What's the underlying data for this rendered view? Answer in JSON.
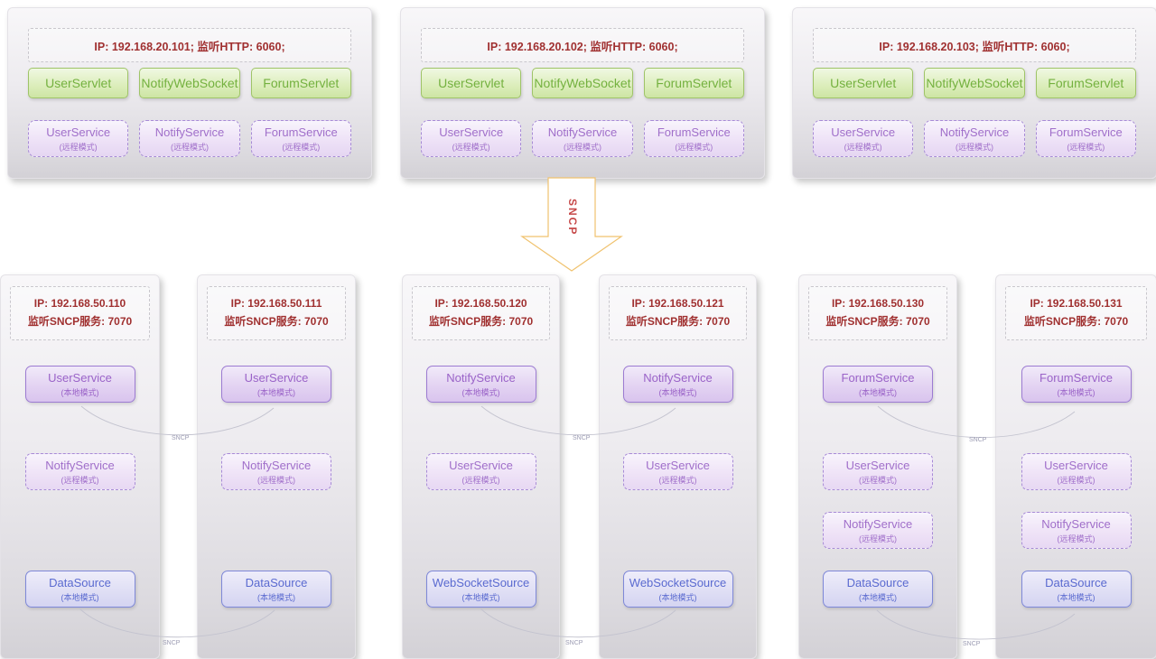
{
  "arrow": {
    "label": "SNCP"
  },
  "link_label": "SNCP",
  "top_servers": [
    {
      "ip": "IP: 192.168.20.101;  监听HTTP: 6060;",
      "servlets": [
        "UserServlet",
        "NotifyWebSocket",
        "ForumServlet"
      ],
      "services": [
        {
          "name": "UserService",
          "mode": "(远程模式)"
        },
        {
          "name": "NotifyService",
          "mode": "(远程模式)"
        },
        {
          "name": "ForumService",
          "mode": "(远程模式)"
        }
      ]
    },
    {
      "ip": "IP: 192.168.20.102;  监听HTTP: 6060;",
      "servlets": [
        "UserServlet",
        "NotifyWebSocket",
        "ForumServlet"
      ],
      "services": [
        {
          "name": "UserService",
          "mode": "(远程模式)"
        },
        {
          "name": "NotifyService",
          "mode": "(远程模式)"
        },
        {
          "name": "ForumService",
          "mode": "(远程模式)"
        }
      ]
    },
    {
      "ip": "IP: 192.168.20.103;  监听HTTP: 6060;",
      "servlets": [
        "UserServlet",
        "NotifyWebSocket",
        "ForumServlet"
      ],
      "services": [
        {
          "name": "UserService",
          "mode": "(远程模式)"
        },
        {
          "name": "NotifyService",
          "mode": "(远程模式)"
        },
        {
          "name": "ForumService",
          "mode": "(远程模式)"
        }
      ]
    }
  ],
  "bottom_servers": [
    {
      "ip1": "IP: 192.168.50.110",
      "ip2": "监听SNCP服务: 7070",
      "components": [
        {
          "name": "UserService",
          "mode": "(本地模式)"
        },
        {
          "name": "NotifyService",
          "mode": "(远程模式)"
        },
        {
          "name": "DataSource",
          "mode": "(本地模式)"
        }
      ]
    },
    {
      "ip1": "IP: 192.168.50.111",
      "ip2": "监听SNCP服务: 7070",
      "components": [
        {
          "name": "UserService",
          "mode": "(本地模式)"
        },
        {
          "name": "NotifyService",
          "mode": "(远程模式)"
        },
        {
          "name": "DataSource",
          "mode": "(本地模式)"
        }
      ]
    },
    {
      "ip1": "IP: 192.168.50.120",
      "ip2": "监听SNCP服务: 7070",
      "components": [
        {
          "name": "NotifyService",
          "mode": "(本地模式)"
        },
        {
          "name": "UserService",
          "mode": "(远程模式)"
        },
        {
          "name": "WebSocketSource",
          "mode": "(本地模式)"
        }
      ]
    },
    {
      "ip1": "IP: 192.168.50.121",
      "ip2": "监听SNCP服务: 7070",
      "components": [
        {
          "name": "NotifyService",
          "mode": "(本地模式)"
        },
        {
          "name": "UserService",
          "mode": "(远程模式)"
        },
        {
          "name": "WebSocketSource",
          "mode": "(本地模式)"
        }
      ]
    },
    {
      "ip1": "IP: 192.168.50.130",
      "ip2": "监听SNCP服务: 7070",
      "components": [
        {
          "name": "ForumService",
          "mode": "(本地模式)"
        },
        {
          "name": "UserService",
          "mode": "(远程模式)"
        },
        {
          "name": "NotifyService",
          "mode": "(远程模式)"
        },
        {
          "name": "DataSource",
          "mode": "(本地模式)"
        }
      ]
    },
    {
      "ip1": "IP: 192.168.50.131",
      "ip2": "监听SNCP服务: 7070",
      "components": [
        {
          "name": "ForumService",
          "mode": "(本地模式)"
        },
        {
          "name": "UserService",
          "mode": "(远程模式)"
        },
        {
          "name": "NotifyService",
          "mode": "(远程模式)"
        },
        {
          "name": "DataSource",
          "mode": "(本地模式)"
        }
      ]
    }
  ]
}
